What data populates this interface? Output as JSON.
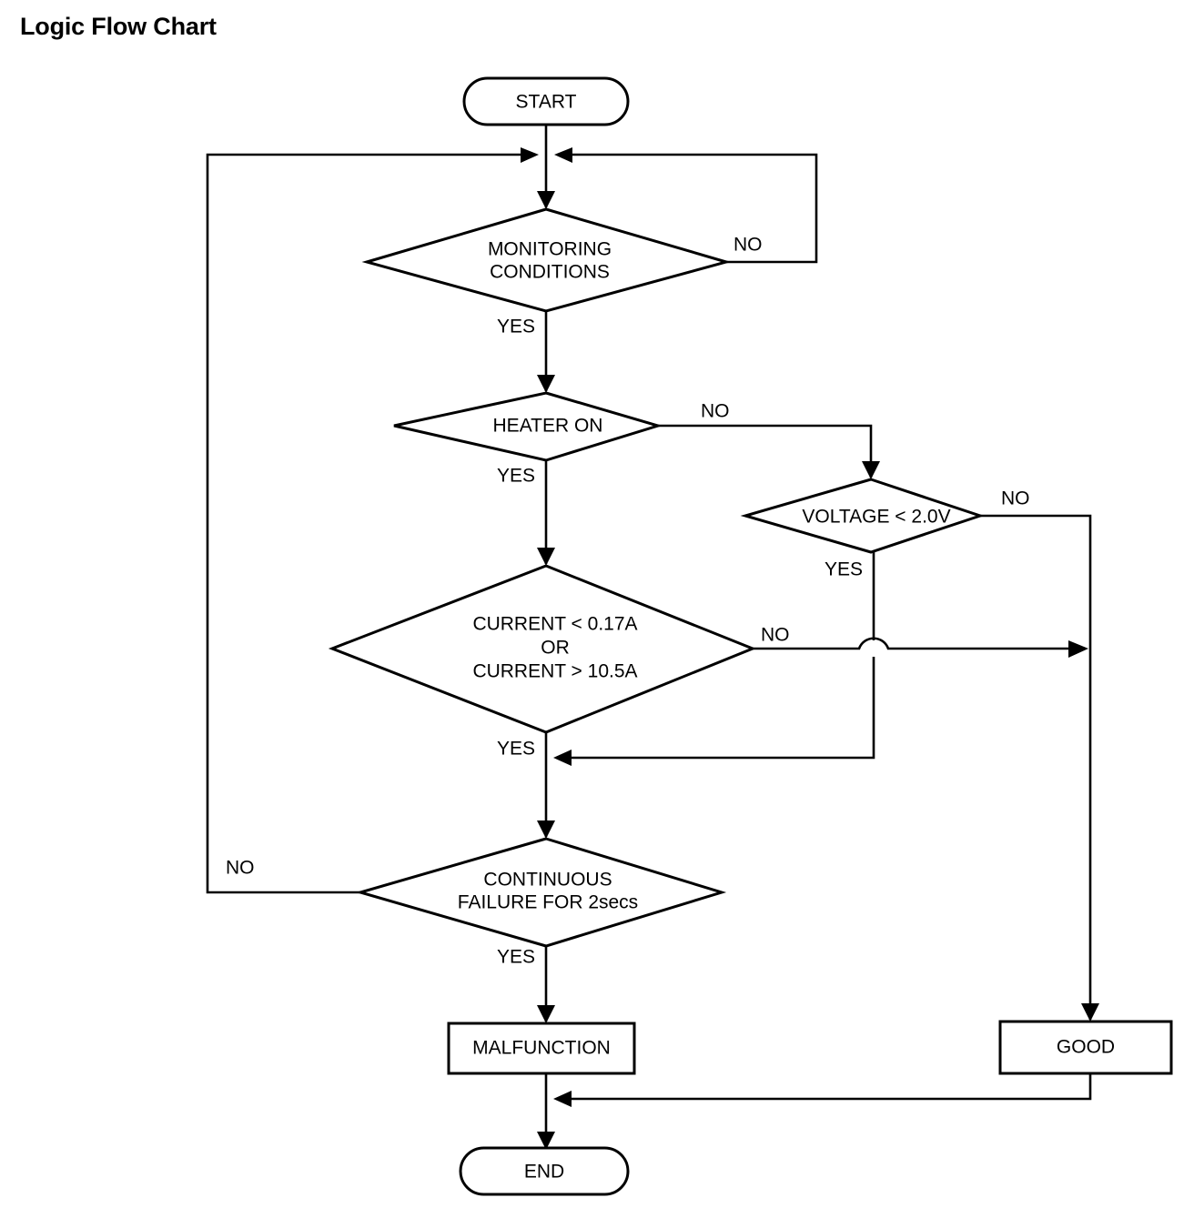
{
  "page": {
    "title": "Logic Flow Chart",
    "background_color": "#ffffff",
    "line_color": "#000000"
  },
  "chart_data": {
    "type": "diagram",
    "diagram_kind": "flowchart",
    "title": "Logic Flow Chart",
    "nodes": [
      {
        "id": "start",
        "shape": "terminator",
        "label": "START"
      },
      {
        "id": "monitoring",
        "shape": "decision",
        "label": "MONITORING\nCONDITIONS",
        "line1": "MONITORING",
        "line2": "CONDITIONS"
      },
      {
        "id": "heater",
        "shape": "decision",
        "label": "HEATER ON"
      },
      {
        "id": "voltage",
        "shape": "decision",
        "label": "VOLTAGE < 2.0V"
      },
      {
        "id": "current",
        "shape": "decision",
        "label": "CURRENT < 0.17A OR CURRENT > 10.5A",
        "line1": "CURRENT < 0.17A",
        "line2": "OR",
        "line3": "CURRENT > 10.5A"
      },
      {
        "id": "continuous",
        "shape": "decision",
        "label": "CONTINUOUS\nFAILURE FOR 2secs",
        "line1": "CONTINUOUS",
        "line2": "FAILURE FOR 2secs"
      },
      {
        "id": "malfunction",
        "shape": "process",
        "label": "MALFUNCTION"
      },
      {
        "id": "good",
        "shape": "process",
        "label": "GOOD"
      },
      {
        "id": "end",
        "shape": "terminator",
        "label": "END"
      }
    ],
    "edges": [
      {
        "from": "start",
        "to": "monitoring",
        "label": ""
      },
      {
        "from": "monitoring",
        "to": "heater",
        "label": "YES"
      },
      {
        "from": "monitoring",
        "to": "start_join",
        "label": "NO"
      },
      {
        "from": "heater",
        "to": "current",
        "label": "YES"
      },
      {
        "from": "heater",
        "to": "voltage",
        "label": "NO"
      },
      {
        "from": "voltage",
        "to": "current_yes_join",
        "label": "YES"
      },
      {
        "from": "voltage",
        "to": "good",
        "label": "NO"
      },
      {
        "from": "current",
        "to": "continuous",
        "label": "YES"
      },
      {
        "from": "current",
        "to": "good",
        "label": "NO"
      },
      {
        "from": "continuous",
        "to": "malfunction",
        "label": "YES"
      },
      {
        "from": "continuous",
        "to": "start_join",
        "label": "NO"
      },
      {
        "from": "malfunction",
        "to": "end",
        "label": ""
      },
      {
        "from": "good",
        "to": "end",
        "label": ""
      }
    ],
    "edge_labels": {
      "monitoring_yes": "YES",
      "monitoring_no": "NO",
      "heater_yes": "YES",
      "heater_no": "NO",
      "voltage_yes": "YES",
      "voltage_no": "NO",
      "current_yes": "YES",
      "current_no": "NO",
      "continuous_yes": "YES",
      "continuous_no": "NO"
    }
  }
}
